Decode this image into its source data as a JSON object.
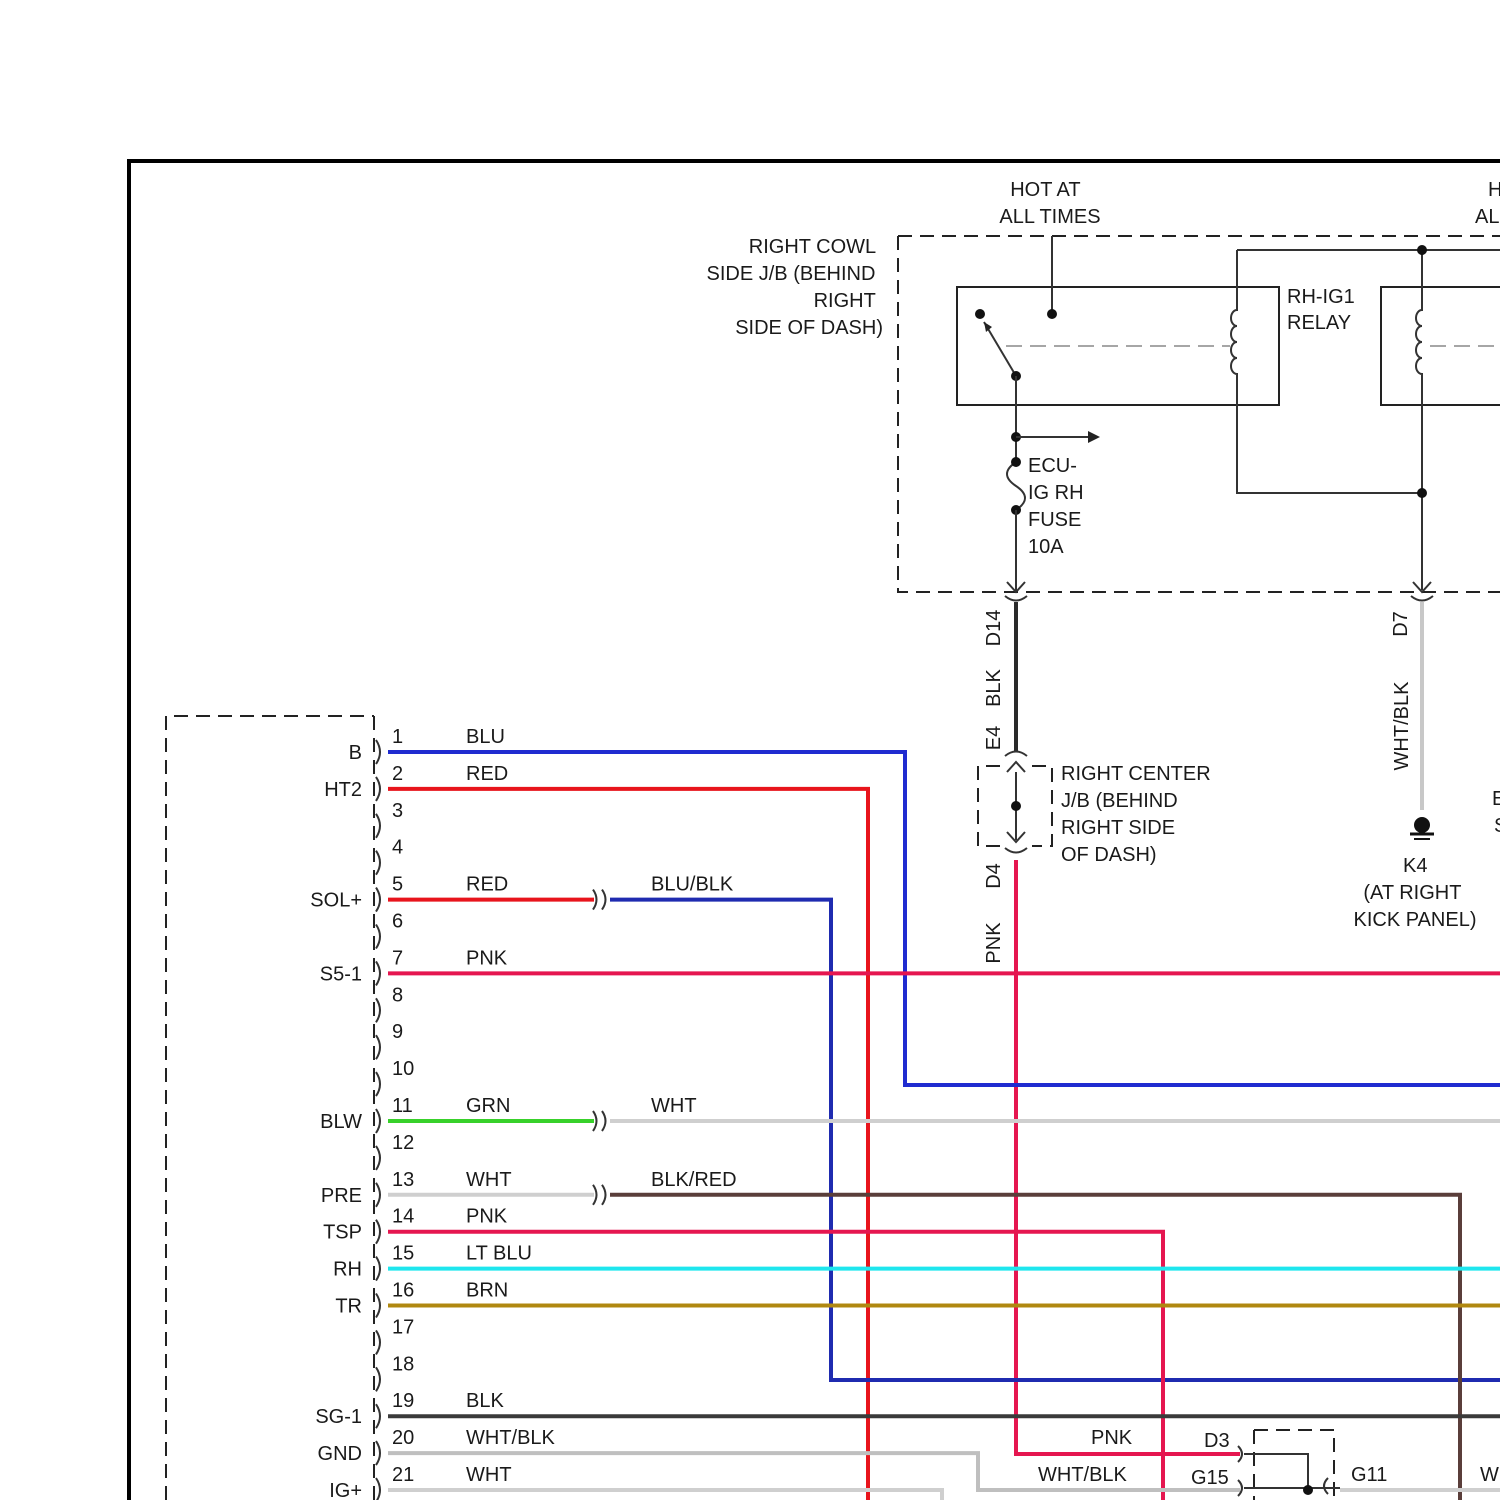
{
  "colors": {
    "BLU": "#1f2bd0",
    "RED": "#e8141c",
    "PNK": "#e51650",
    "GRN": "#38d12a",
    "WHT": "#cfcfcf",
    "LT BLU": "#1ee6ee",
    "BRN": "#b08810",
    "BLK": "#3a3a3a",
    "WHT/BLK": "#bfbfbf",
    "BLU/BLK": "#1f2bb0",
    "BLK/RED": "#5a3e3a"
  },
  "labels": {
    "hot1": [
      "HOT AT",
      "ALL TIMES"
    ],
    "hot2": [
      "H",
      "AL"
    ],
    "rcjb": [
      "RIGHT COWL",
      "SIDE J/B (BEHIND",
      "RIGHT",
      "SIDE OF DASH)"
    ],
    "relay": [
      "RH-IG1",
      "RELAY"
    ],
    "fuse": [
      "ECU-",
      "IG RH",
      "FUSE",
      "10A"
    ],
    "centerjb": [
      "RIGHT CENTER",
      "J/B (BEHIND",
      "RIGHT SIDE",
      "OF DASH)"
    ],
    "ground": [
      "K4",
      "(AT RIGHT",
      "KICK PANEL)"
    ],
    "edge": [
      "E",
      "S"
    ],
    "vert": {
      "d14": "D14",
      "blk": "BLK",
      "e4": "E4",
      "d4": "D4",
      "pnk": "PNK",
      "d7": "D7",
      "whtblk": "WHT/BLK"
    },
    "bottom": {
      "pnk": "PNK",
      "whtblk": "WHT/BLK",
      "d3": "D3",
      "g15": "G15",
      "g11": "G11",
      "w": "W"
    }
  },
  "pins": [
    {
      "num": "1",
      "name": "B",
      "wire": "BLU"
    },
    {
      "num": "2",
      "name": "HT2",
      "wire": "RED"
    },
    {
      "num": "3",
      "name": "",
      "wire": ""
    },
    {
      "num": "4",
      "name": "",
      "wire": ""
    },
    {
      "num": "5",
      "name": "SOL+",
      "wire": "RED",
      "wire2": "BLU/BLK"
    },
    {
      "num": "6",
      "name": "",
      "wire": ""
    },
    {
      "num": "7",
      "name": "S5-1",
      "wire": "PNK"
    },
    {
      "num": "8",
      "name": "",
      "wire": ""
    },
    {
      "num": "9",
      "name": "",
      "wire": ""
    },
    {
      "num": "10",
      "name": "",
      "wire": ""
    },
    {
      "num": "11",
      "name": "BLW",
      "wire": "GRN",
      "wire2": "WHT"
    },
    {
      "num": "12",
      "name": "",
      "wire": ""
    },
    {
      "num": "13",
      "name": "PRE",
      "wire": "WHT",
      "wire2": "BLK/RED"
    },
    {
      "num": "14",
      "name": "TSP",
      "wire": "PNK"
    },
    {
      "num": "15",
      "name": "RH",
      "wire": "LT BLU"
    },
    {
      "num": "16",
      "name": "TR",
      "wire": "BRN"
    },
    {
      "num": "17",
      "name": "",
      "wire": ""
    },
    {
      "num": "18",
      "name": "",
      "wire": ""
    },
    {
      "num": "19",
      "name": "SG-1",
      "wire": "BLK"
    },
    {
      "num": "20",
      "name": "GND",
      "wire": "WHT/BLK"
    },
    {
      "num": "21",
      "name": "IG+",
      "wire": "WHT"
    }
  ]
}
